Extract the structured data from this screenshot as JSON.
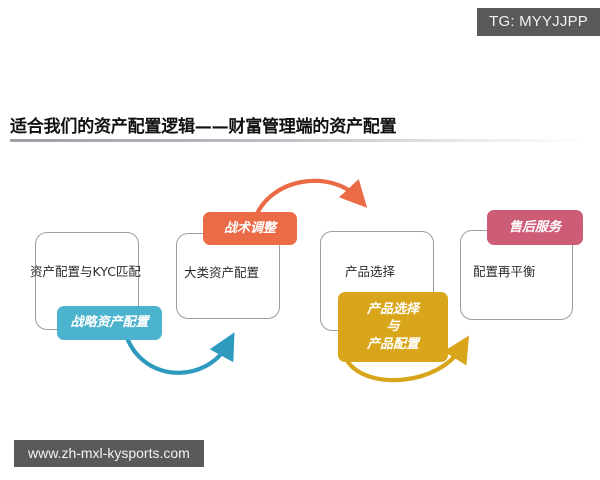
{
  "watermarks": {
    "tg_badge": "TG: MYYJJPP",
    "site": "www.zh-mxl-kysports.com"
  },
  "header": {
    "title": "适合我们的资产配置逻辑——财富管理端的资产配置"
  },
  "diagram": {
    "type": "process-flow",
    "stages": [
      {
        "id": "stage-1",
        "label": "资产配置与KYC匹配"
      },
      {
        "id": "stage-2",
        "label": "大类资产配置"
      },
      {
        "id": "stage-3",
        "label": "产品选择"
      },
      {
        "id": "stage-4",
        "label": "配置再平衡"
      }
    ],
    "badges": [
      {
        "id": "badge-tactical",
        "lines": [
          "战术调整"
        ],
        "color": "#EC6B47"
      },
      {
        "id": "badge-strategic",
        "lines": [
          "战略资产配置"
        ],
        "color": "#4BB3CE"
      },
      {
        "id": "badge-product",
        "lines": [
          "产品选择",
          "与",
          "产品配置"
        ],
        "color": "#D9A51A"
      },
      {
        "id": "badge-aftersales",
        "lines": [
          "售后服务"
        ],
        "color": "#CD5C77"
      }
    ],
    "arrows": [
      {
        "id": "arrow-orange",
        "color": "#EC6B47",
        "direction": "left-to-right-over"
      },
      {
        "id": "arrow-blue",
        "color": "#2E9BBE",
        "direction": "left-to-right-under"
      },
      {
        "id": "arrow-yellow",
        "color": "#D9A51A",
        "direction": "left-to-right-up"
      }
    ]
  }
}
